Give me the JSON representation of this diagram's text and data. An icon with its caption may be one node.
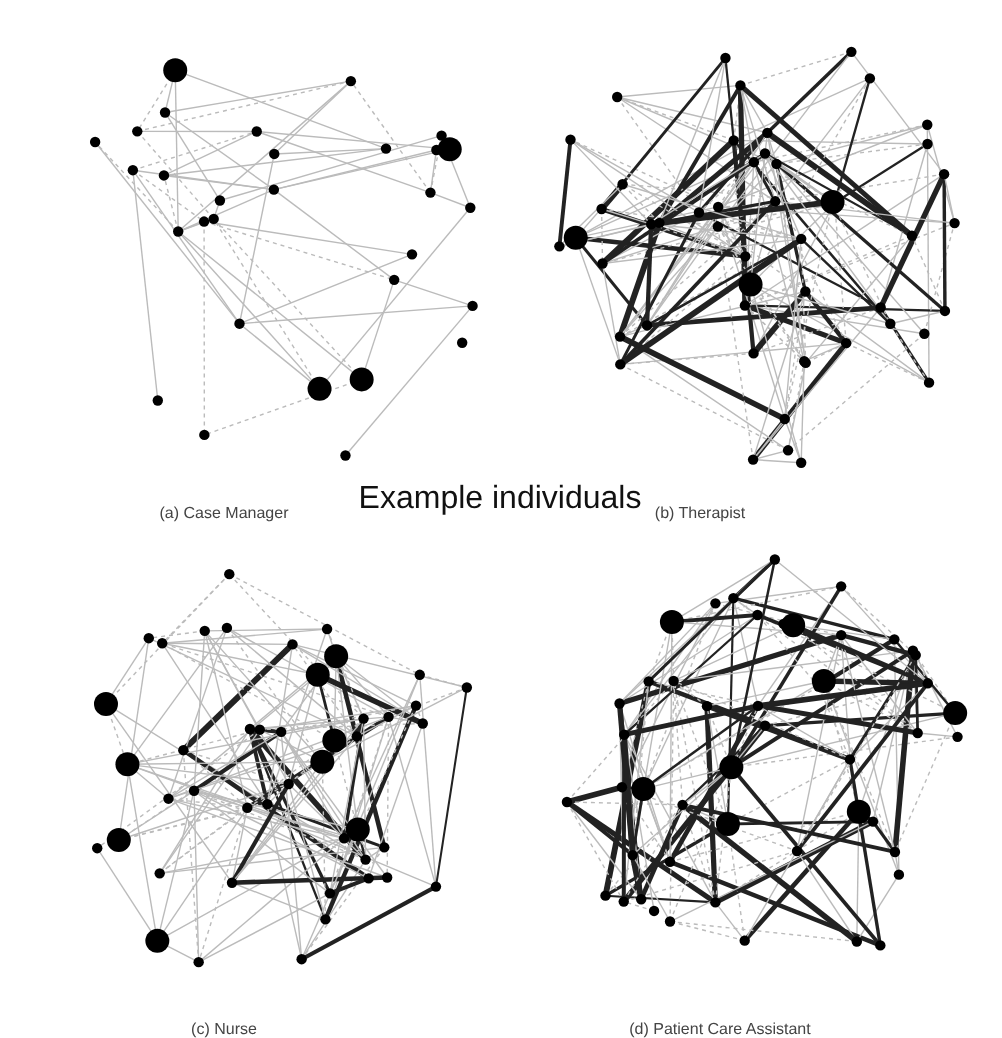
{
  "diagram": {
    "title": "Example individuals",
    "labels": [
      "(a) Case Manager",
      "(b) Therapist",
      "(c) Nurse",
      "(d) Patient Care Assistant"
    ]
  }
}
